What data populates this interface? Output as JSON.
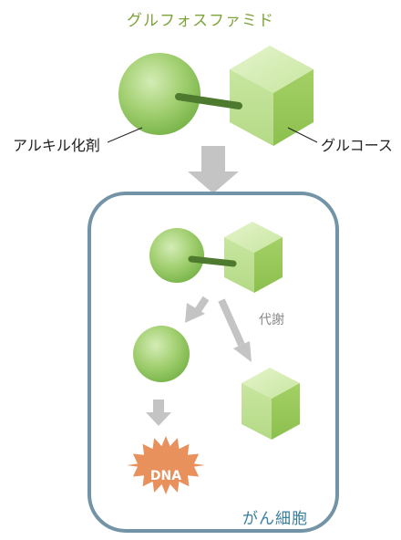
{
  "title": "グルフォスファミド",
  "labels": {
    "alkylating_agent": "アルキル化剤",
    "glucose": "グルコース",
    "metabolism": "代謝",
    "cancer_cell": "がん細胞",
    "dna": "DNA"
  },
  "colors": {
    "sphere": "#8fc660",
    "cube": "#a6d46a",
    "linker": "#4d7a2e",
    "arrow": "#c4c4c4",
    "cell_border": "#7393a6",
    "dna_burst": "#e8915c",
    "title": "#7da43a",
    "cell_label": "#3a7fa0"
  }
}
